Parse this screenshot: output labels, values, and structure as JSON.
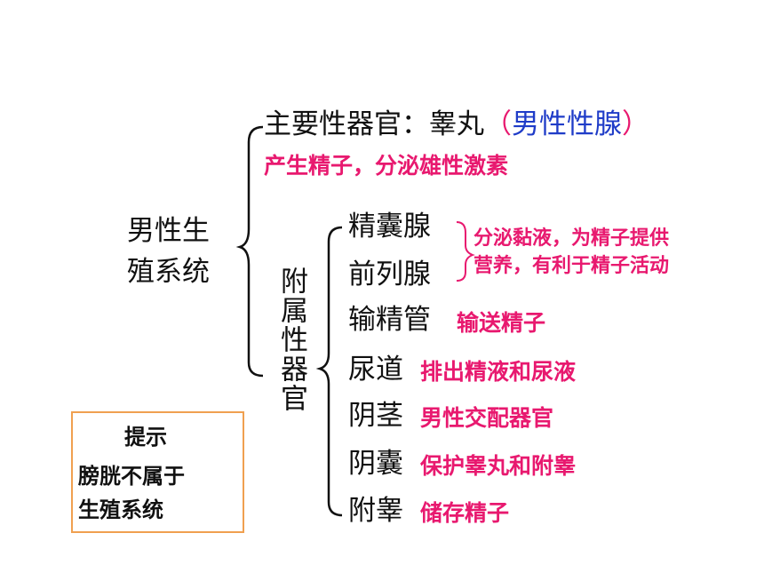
{
  "colors": {
    "text": "#111111",
    "accent_pink": "#e8196f",
    "accent_blue": "#1f3cc8",
    "box_border": "#f0a050"
  },
  "root": {
    "line1": "男性生",
    "line2": "殖系统"
  },
  "main_organ": {
    "label": "主要性器官：睾丸",
    "paren_open": "（",
    "paren_text": "男性性腺",
    "paren_close": "）",
    "function": "产生精子，分泌雄性激素"
  },
  "accessory": {
    "label": "附属性器官",
    "items": [
      {
        "name": "精囊腺",
        "function": ""
      },
      {
        "name": "前列腺",
        "function": ""
      },
      {
        "name": "输精管",
        "function": "输送精子"
      },
      {
        "name": "尿道",
        "function": "排出精液和尿液"
      },
      {
        "name": "阴茎",
        "function": "男性交配器官"
      },
      {
        "name": "阴囊",
        "function": "保护睾丸和附睾"
      },
      {
        "name": "附睾",
        "function": "储存精子"
      }
    ],
    "shared_function": {
      "line1": "分泌黏液，为精子提供",
      "line2": "营养，有利于精子活动"
    }
  },
  "hint": {
    "title": "提示",
    "line1": "膀胱不属于",
    "line2": "生殖系统"
  }
}
